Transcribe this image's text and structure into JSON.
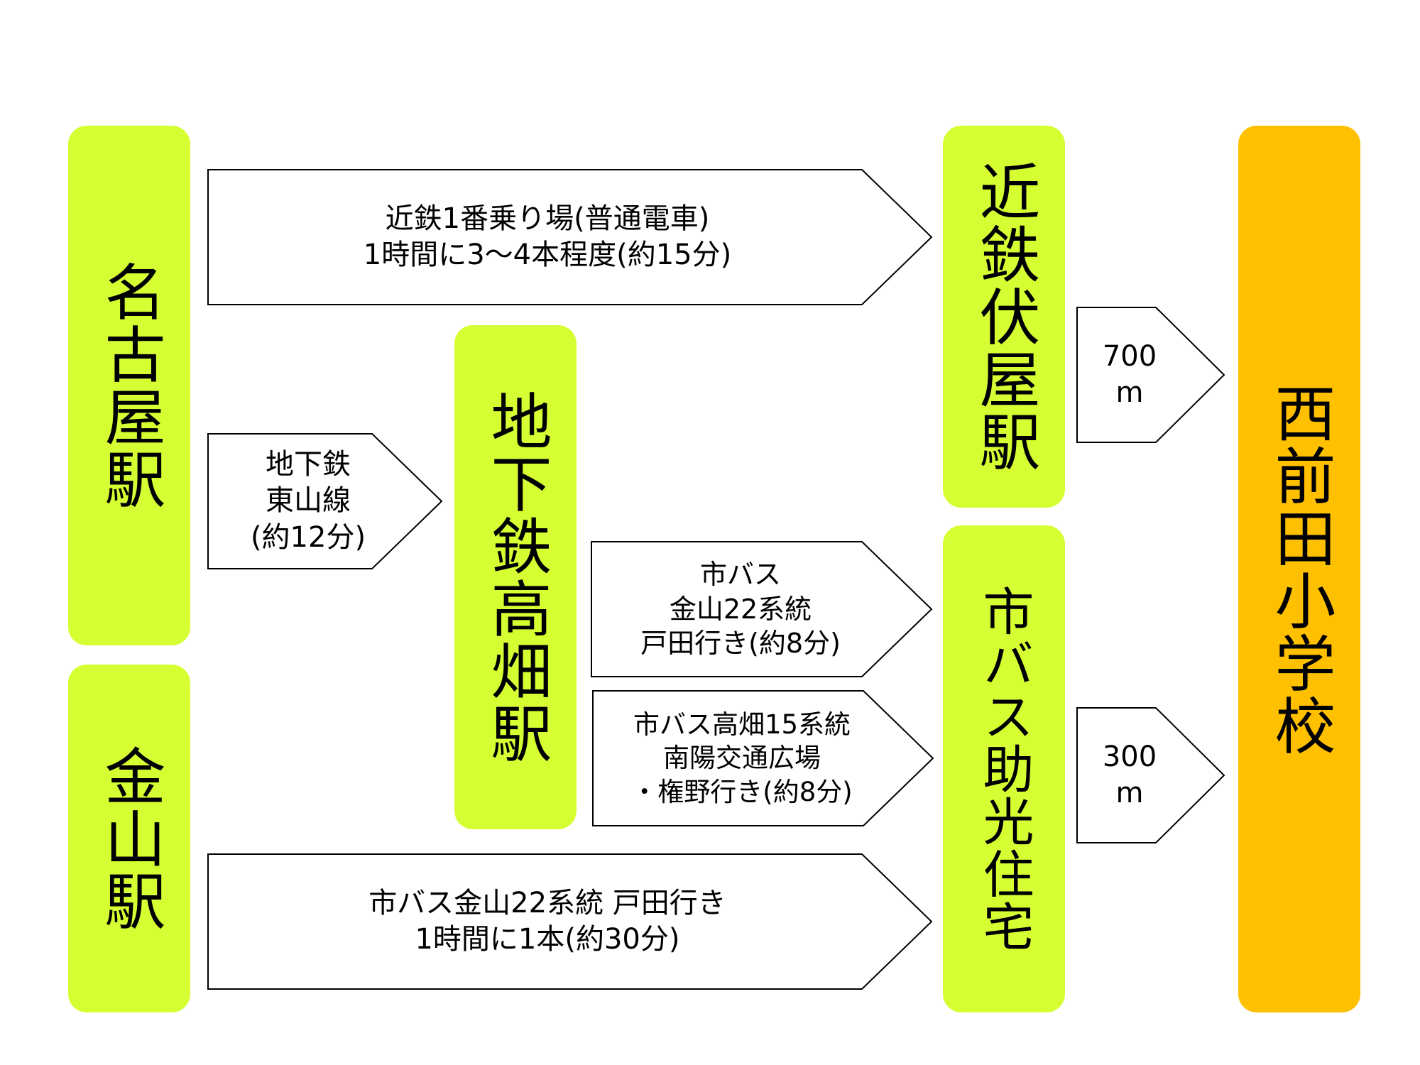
{
  "stations": {
    "nagoya": "名古屋駅",
    "kanayama": "金山駅",
    "takabata": "地下鉄高畑駅",
    "fushiya": "近鉄伏屋駅",
    "sukemitsu": "市バス助光住宅",
    "school": "西前田小学校"
  },
  "routes": {
    "kintetsu": {
      "line1": "近鉄1番乗り場(普通電車)",
      "line2": "1時間に3～4本程度(約15分)"
    },
    "subway": {
      "line1": "地下鉄",
      "line2": "東山線",
      "line3": "(約12分)"
    },
    "bus_kanayama22": {
      "line1": "市バス",
      "line2": "金山22系統",
      "line3": "戸田行き(約8分)"
    },
    "bus_takabata15": {
      "line1": "市バス高畑15系統",
      "line2": "南陽交通広場",
      "line3": "・権野行き(約8分)"
    },
    "bus_from_kanayama": {
      "line1": "市バス金山22系統 戸田行き",
      "line2": "1時間に1本(約30分)"
    },
    "walk_fushiya": {
      "line1": "700",
      "line2": "m"
    },
    "walk_sukemitsu": {
      "line1": "300",
      "line2": "m"
    }
  },
  "colors": {
    "station": "#d5ff33",
    "destination": "#ffc000"
  }
}
